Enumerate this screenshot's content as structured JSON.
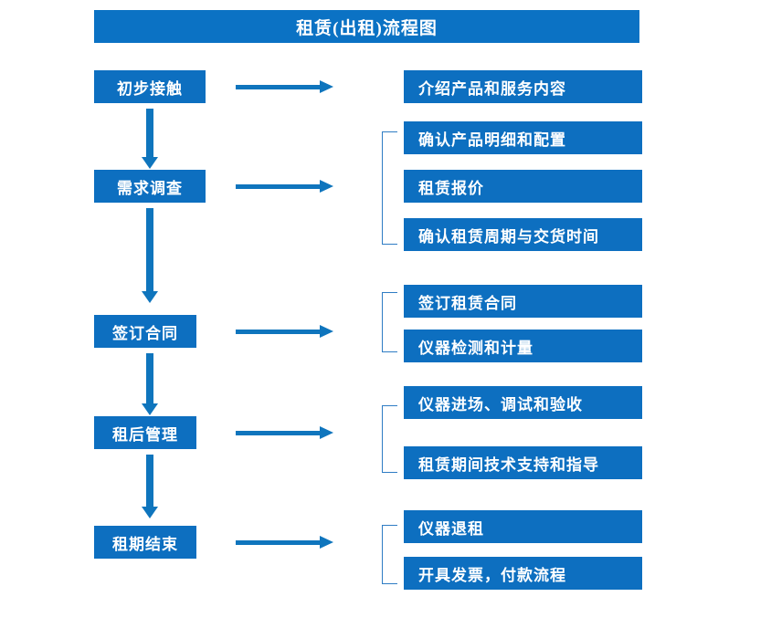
{
  "diagram": {
    "title": "租赁(出租)流程图",
    "colors": {
      "title_bar": "#0b72c4",
      "box": "#0d6fc0",
      "arrow": "#0f75bd",
      "bracket": "#2e7cc4",
      "text": "#ffffff",
      "background": "#ffffff"
    },
    "stages": [
      {
        "label": "初步接触",
        "details": [
          "介绍产品和服务内容"
        ]
      },
      {
        "label": "需求调查",
        "details": [
          "确认产品明细和配置",
          "租赁报价",
          "确认租赁周期与交货时间"
        ]
      },
      {
        "label": "签订合同",
        "details": [
          "签订租赁合同",
          "仪器检测和计量"
        ]
      },
      {
        "label": "租后管理",
        "details": [
          "仪器进场、调试和验收",
          "租赁期间技术支持和指导"
        ]
      },
      {
        "label": "租期结束",
        "details": [
          "仪器退租",
          "开具发票，付款流程"
        ]
      }
    ]
  }
}
